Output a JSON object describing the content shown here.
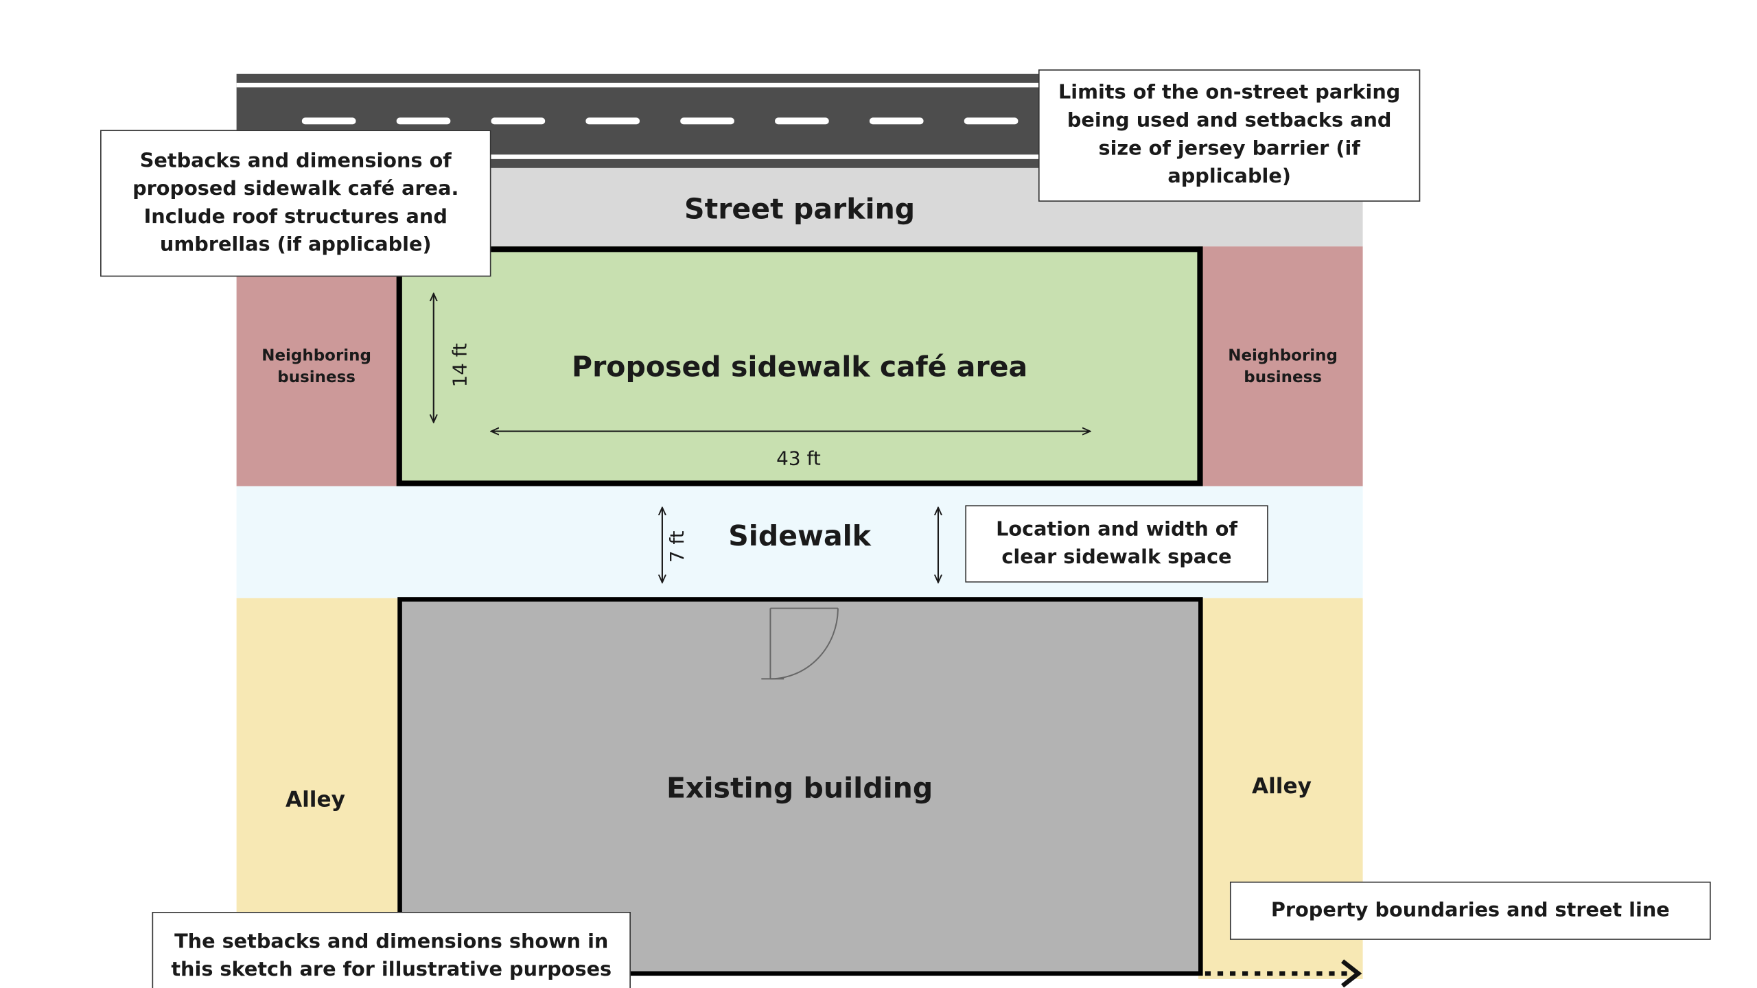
{
  "zones": {
    "street_parking": "Street parking",
    "neighbor_left": "Neighboring business",
    "neighbor_right": "Neighboring business",
    "cafe": "Proposed sidewalk café area",
    "sidewalk": "Sidewalk",
    "building": "Existing building",
    "alley_left": "Alley",
    "alley_right": "Alley"
  },
  "dimensions": {
    "cafe_depth": "14 ft",
    "cafe_width": "43 ft",
    "clear_sidewalk": "7 ft"
  },
  "callouts": {
    "setbacks": "Setbacks and dimensions of proposed sidewalk café area. Include roof structures and umbrellas (if applicable)",
    "parking_limits": "Limits of the on-street parking being used and setbacks and size of jersey barrier (if applicable)",
    "clear_sidewalk": "Location and width of clear sidewalk space",
    "property": "Property boundaries and street line",
    "disclaimer": "The setbacks and dimensions shown in this sketch are for illustrative purposes only and"
  },
  "colors": {
    "road": "#4d4d4d",
    "street_parking": "#d9d9d9",
    "neighbor": "#cc9999",
    "cafe": "#c8e0b0",
    "sidewalk": "#eef9fd",
    "alley": "#f7e8b4",
    "building": "#b3b3b3"
  }
}
